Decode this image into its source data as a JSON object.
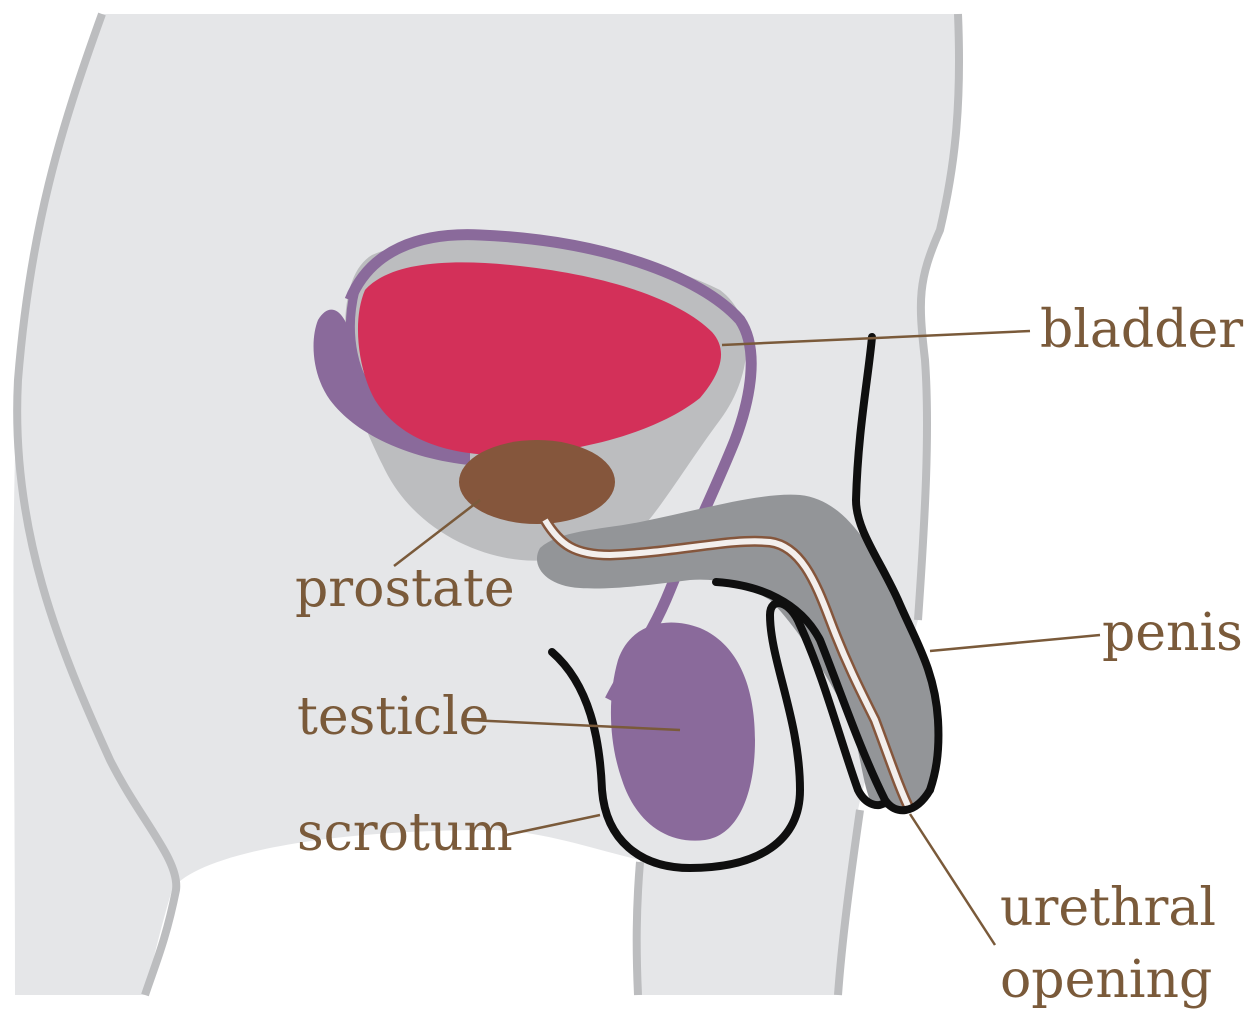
{
  "colors": {
    "body_fill": "#e5e6e8",
    "body_outline": "#bcbdbf",
    "bladder": "#d33059",
    "bladder_shadow": "#bcbdbf",
    "vas_deferens": "#8a6a9b",
    "prostate": "#85563c",
    "penis_tissue": "#939598",
    "urethra_fill": "#f3efed",
    "urethra_line": "#85563c",
    "testicle": "#8a6a9b",
    "skin_outline": "#0f0f0f",
    "label_text": "#7a5a3a",
    "leader_line": "#7a5a3a"
  },
  "labels": {
    "bladder": "bladder",
    "prostate": "prostate",
    "penis": "penis",
    "testicle": "testicle",
    "scrotum": "scrotum",
    "urethral_line1": "urethral",
    "urethral_line2": "opening"
  }
}
